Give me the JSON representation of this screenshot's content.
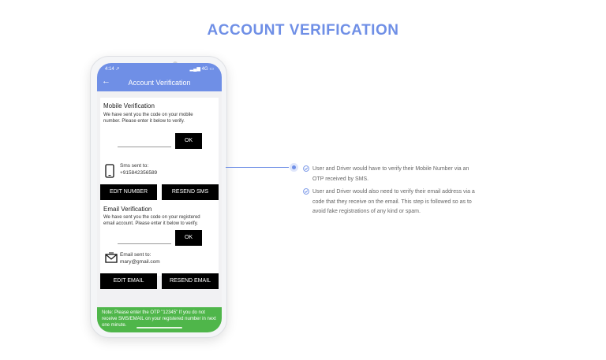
{
  "page_title": "ACCOUNT VERIFICATION",
  "phone": {
    "status": {
      "time": "4:14 ↗",
      "icons": "▂▄▆ 4G ▭"
    },
    "appbar": {
      "back": "←",
      "title": "Account Verification"
    },
    "mobile": {
      "title": "Mobile Verification",
      "desc": "We have sent you the code on your mobile number. Please enter it below to verify.",
      "ok": "OK",
      "sent_label": "Sms sent to:",
      "sent_value": "+915842356589",
      "edit": "EDIT NUMBER",
      "resend": "RESEND SMS"
    },
    "email": {
      "title": "Email Verification",
      "desc": "We have sent you the code on your registered email account. Please enter it below to verify.",
      "ok": "OK",
      "sent_label": "Email sent to:",
      "sent_value": "mary@gmail.com",
      "edit": "EDIT EMAIL",
      "resend": "RESEND EMAIL"
    },
    "note": "Note: Please enter the OTP \"12345\" If you do not receive SMS/EMAIL on your registered number in next one minute."
  },
  "bullets": [
    {
      "text": "User and Driver would have to verify their Mobile Number via an OTP received by SMS."
    },
    {
      "text": "User and Driver would also need to verify their email address via a code that they receive on the email. This step is followed so as to avoid fake registrations of any kind or spam."
    }
  ],
  "colors": {
    "accent": "#6f8fe6",
    "note_green": "#4fb64a",
    "button": "#000000"
  }
}
